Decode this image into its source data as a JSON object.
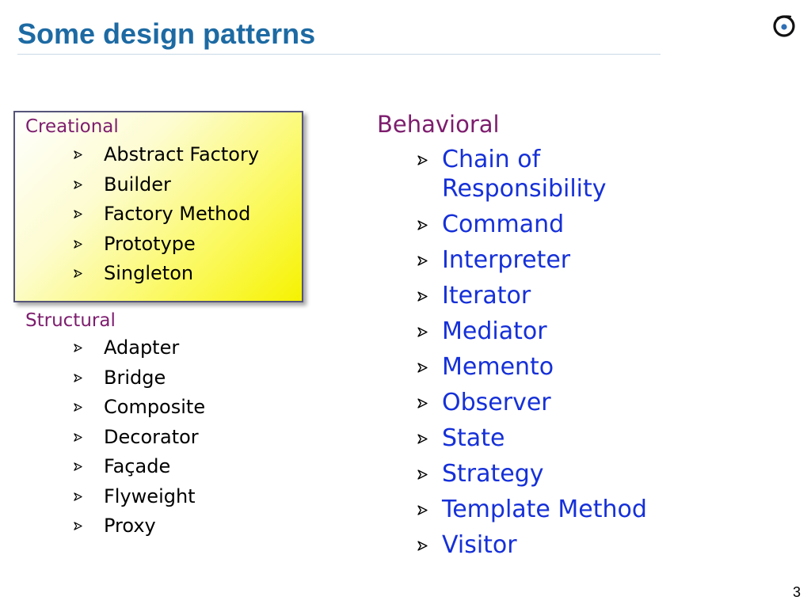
{
  "slide": {
    "title": "Some design patterns",
    "page_number": "3",
    "logo_icon": "eiffel-logo-icon"
  },
  "colors": {
    "title": "#1d6aa3",
    "heading": "#7d1d6e",
    "behavioral_items": "#1530d8",
    "left_items": "#000000",
    "box_highlight": "#f6f200"
  },
  "creational": {
    "heading": "Creational",
    "items": [
      "Abstract Factory",
      "Builder",
      "Factory Method",
      "Prototype",
      "Singleton"
    ]
  },
  "structural": {
    "heading": "Structural",
    "items": [
      "Adapter",
      "Bridge",
      "Composite",
      "Decorator",
      "Façade",
      "Flyweight",
      "Proxy"
    ]
  },
  "behavioral": {
    "heading": "Behavioral",
    "items": [
      "Chain of Responsibility",
      "Command",
      "Interpreter",
      "Iterator",
      "Mediator",
      "Memento",
      "Observer",
      "State",
      "Strategy",
      "Template Method",
      "Visitor"
    ]
  }
}
